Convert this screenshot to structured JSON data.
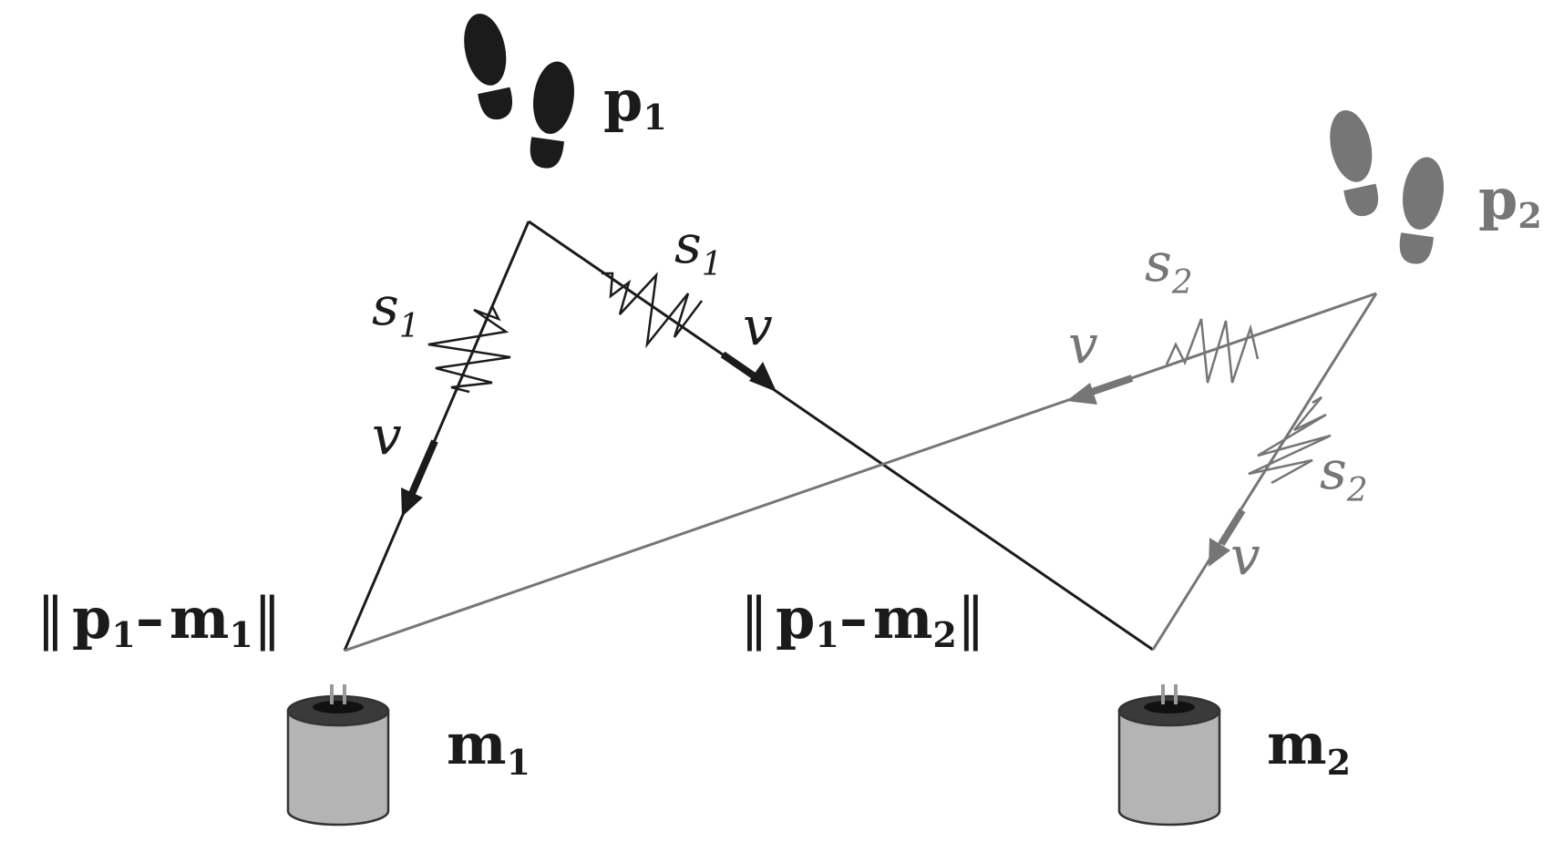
{
  "people": [
    {
      "id": "p1",
      "label": "p",
      "sub": "1",
      "color": "#1b1b1b"
    },
    {
      "id": "p2",
      "label": "p",
      "sub": "2",
      "color": "#767676"
    }
  ],
  "microphones": [
    {
      "id": "m1",
      "label": "m",
      "sub": "1"
    },
    {
      "id": "m2",
      "label": "m",
      "sub": "2"
    }
  ],
  "signals": {
    "p1_to_m1": {
      "s_label": "s",
      "s_sub": "1",
      "v_label": "v"
    },
    "p1_to_m2": {
      "s_label": "s",
      "s_sub": "1",
      "v_label": "v"
    },
    "p2_to_m1": {
      "s_label": "s",
      "s_sub": "2",
      "v_label": "v"
    },
    "p2_to_m2": {
      "s_label": "s",
      "s_sub": "2",
      "v_label": "v"
    }
  },
  "distances": {
    "d1": {
      "open": "‖",
      "p": "p",
      "p_sub": "1",
      "minus": "–",
      "m": "m",
      "m_sub": "1",
      "close": "‖"
    },
    "d2": {
      "open": "‖",
      "p": "p",
      "p_sub": "1",
      "minus": "–",
      "m": "m",
      "m_sub": "2",
      "close": "‖"
    }
  },
  "colors": {
    "dark": "#1b1b1b",
    "gray": "#767676",
    "can": "#b4b4b4",
    "can_top": "#3a3a3a"
  },
  "icons": [
    "footprints-icon",
    "microphone-icon"
  ]
}
